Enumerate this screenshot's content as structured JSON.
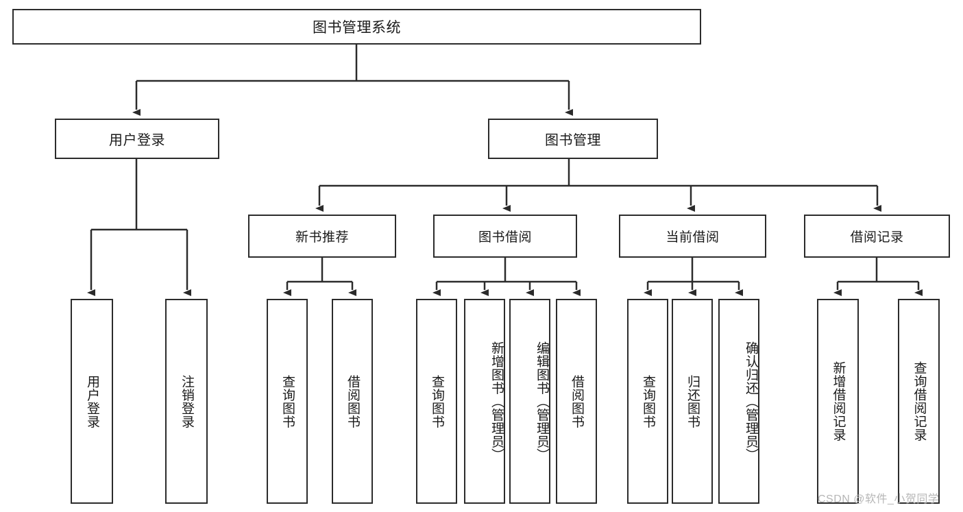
{
  "diagram": {
    "type": "tree-flowchart",
    "title": "图书管理系统",
    "watermark": "CSDN @软件_小贺同学",
    "colors": {
      "box_border": "#2b2b2b",
      "box_fill": "#ffffff",
      "text": "#1a1a1a",
      "connector": "#2b2b2b",
      "watermark": "#b6b6b6",
      "page_background": "#ffffff"
    },
    "root": {
      "label": "图书管理系统"
    },
    "level1": [
      {
        "label": "用户登录"
      },
      {
        "label": "图书管理"
      }
    ],
    "level2": [
      {
        "label": "新书推荐"
      },
      {
        "label": "图书借阅"
      },
      {
        "label": "当前借阅"
      },
      {
        "label": "借阅记录"
      }
    ],
    "leaves": {
      "user_login": [
        {
          "label": "用户登录"
        },
        {
          "label": "注销登录"
        }
      ],
      "new_book_recommend": [
        {
          "label": "查询图书"
        },
        {
          "label": "借阅图书"
        }
      ],
      "book_borrow": [
        {
          "label": "查询图书"
        },
        {
          "label": "新增图书（管理员）"
        },
        {
          "label": "编辑图书（管理员）"
        },
        {
          "label": "借阅图书"
        }
      ],
      "current_borrow": [
        {
          "label": "查询图书"
        },
        {
          "label": "归还图书"
        },
        {
          "label": "确认归还（管理员）"
        }
      ],
      "borrow_record": [
        {
          "label": "新增借阅记录"
        },
        {
          "label": "查询借阅记录"
        }
      ]
    }
  }
}
